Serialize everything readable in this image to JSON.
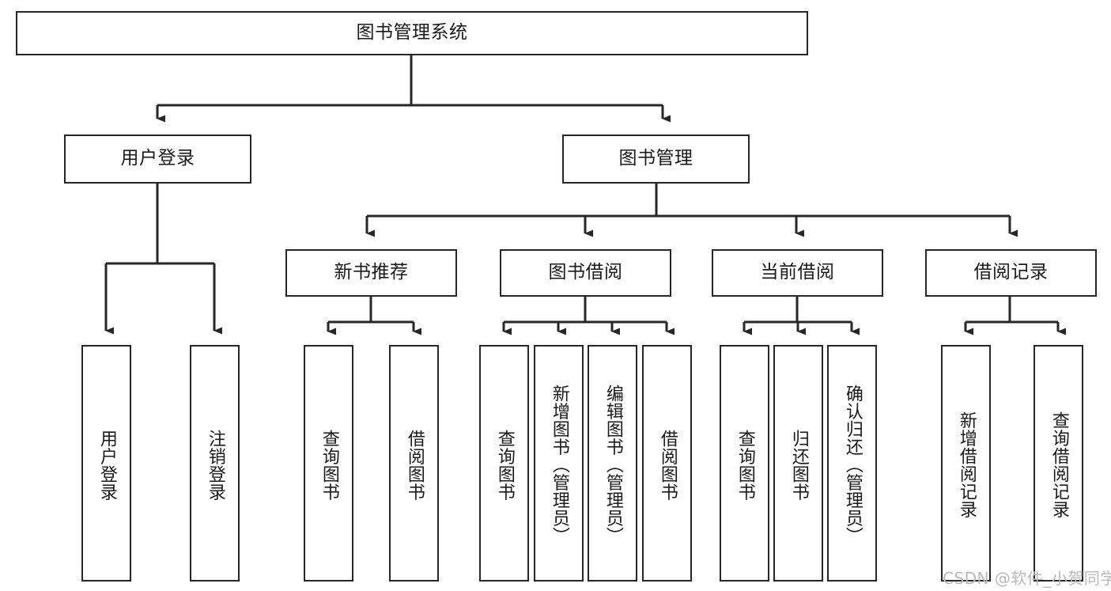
{
  "diagram": {
    "title": "图书管理系统",
    "type": "tree",
    "watermark": "CSDN @软件_小贺同学",
    "colors": {
      "stroke": "#272727",
      "fill": "#ffffff",
      "text": "#1a1a1a",
      "watermark": "#b9b9b9"
    },
    "nodes": {
      "root": {
        "label": "图书管理系统",
        "orientation": "horizontal"
      },
      "l2": [
        {
          "id": "user-login",
          "label": "用户登录",
          "orientation": "horizontal"
        },
        {
          "id": "book-manage",
          "label": "图书管理",
          "orientation": "horizontal"
        }
      ],
      "l3": [
        {
          "id": "new-book-recommend",
          "label": "新书推荐",
          "orientation": "horizontal"
        },
        {
          "id": "book-borrow",
          "label": "图书借阅",
          "orientation": "horizontal"
        },
        {
          "id": "current-borrow",
          "label": "当前借阅",
          "orientation": "horizontal"
        },
        {
          "id": "borrow-record",
          "label": "借阅记录",
          "orientation": "horizontal"
        }
      ],
      "leaves": [
        {
          "id": "leaf-user-login",
          "label": "用户登录",
          "parent": "user-login"
        },
        {
          "id": "leaf-logout",
          "label": "注销登录",
          "parent": "user-login"
        },
        {
          "id": "leaf-query-book-1",
          "label": "查询图书",
          "parent": "new-book-recommend"
        },
        {
          "id": "leaf-borrow-book-1",
          "label": "借阅图书",
          "parent": "new-book-recommend"
        },
        {
          "id": "leaf-query-book-2",
          "label": "查询图书",
          "parent": "book-borrow"
        },
        {
          "id": "leaf-add-book",
          "label": "新增图书（管理员）",
          "parent": "book-borrow"
        },
        {
          "id": "leaf-edit-book",
          "label": "编辑图书（管理员）",
          "parent": "book-borrow"
        },
        {
          "id": "leaf-borrow-book-2",
          "label": "借阅图书",
          "parent": "book-borrow"
        },
        {
          "id": "leaf-query-book-3",
          "label": "查询图书",
          "parent": "current-borrow"
        },
        {
          "id": "leaf-return-book",
          "label": "归还图书",
          "parent": "current-borrow"
        },
        {
          "id": "leaf-confirm-return",
          "label": "确认归还（管理员）",
          "parent": "current-borrow"
        },
        {
          "id": "leaf-add-record",
          "label": "新增借阅记录",
          "parent": "borrow-record"
        },
        {
          "id": "leaf-query-record",
          "label": "查询借阅记录",
          "parent": "borrow-record"
        }
      ]
    }
  }
}
